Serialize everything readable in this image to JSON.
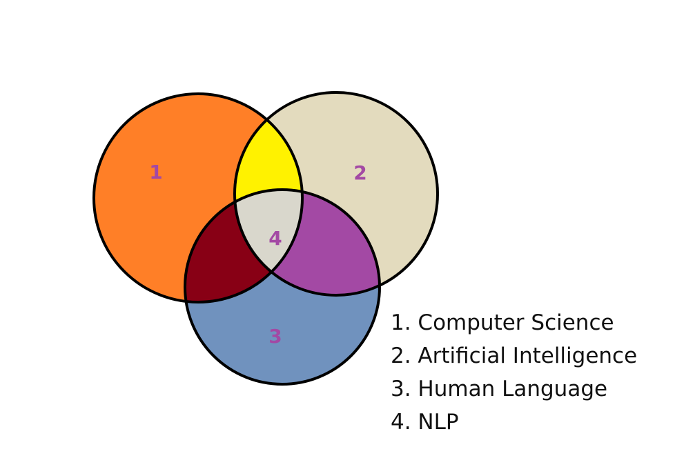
{
  "diagram": {
    "circles": [
      {
        "id": "1",
        "fill": "#FF7F27"
      },
      {
        "id": "2",
        "fill": "#E3DBBE"
      },
      {
        "id": "3",
        "fill": "#7092BE"
      }
    ],
    "overlap_fills": {
      "1-2": "#FFF200",
      "1-3": "#880015",
      "2-3": "#A349A4",
      "1-2-3": "#D9D7CC"
    },
    "stroke_color": "#000000",
    "label_color": "#A349A4",
    "region_labels": {
      "one": "1",
      "two": "2",
      "three": "3",
      "four": "4"
    }
  },
  "legend": [
    "1. Computer Science",
    "2. Artificial Intelligence",
    "3. Human Language",
    "4. NLP"
  ]
}
